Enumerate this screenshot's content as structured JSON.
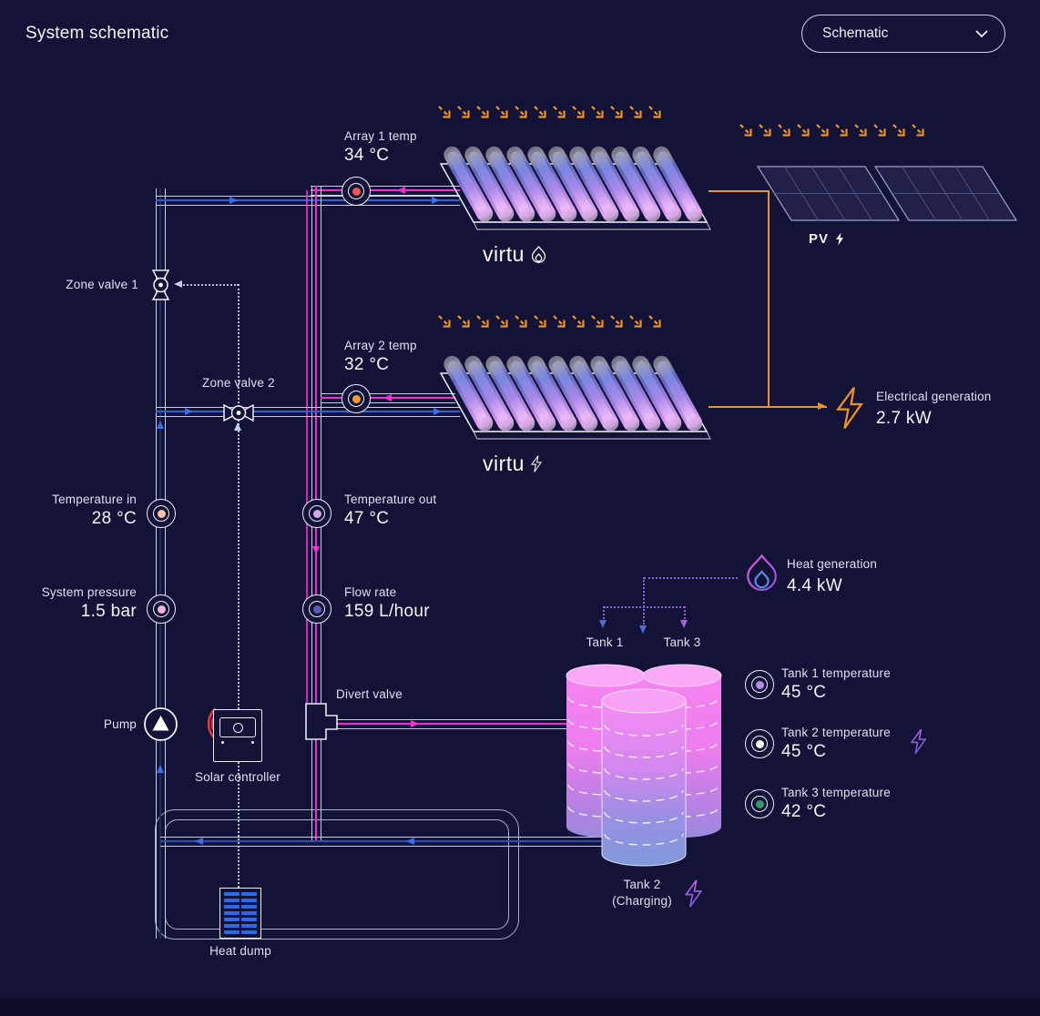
{
  "header": {
    "title": "System schematic",
    "view_dropdown": {
      "value": "Schematic"
    }
  },
  "collectors": {
    "array1": {
      "temp_label": "Array 1 temp",
      "temp_value": "34 °C",
      "brand": "virtu"
    },
    "array2": {
      "temp_label": "Array 2 temp",
      "temp_value": "32 °C",
      "brand": "virtu"
    },
    "pv_label": "PV"
  },
  "sensors": {
    "temperature_in": {
      "label": "Temperature in",
      "value": "28 °C"
    },
    "temperature_out": {
      "label": "Temperature out",
      "value": "47 °C"
    },
    "system_pressure": {
      "label": "System pressure",
      "value": "1.5 bar"
    },
    "flow_rate": {
      "label": "Flow rate",
      "value": "159 L/hour"
    }
  },
  "equipment": {
    "zone_valve_1": "Zone valve 1",
    "zone_valve_2": "Zone valve 2",
    "pump": "Pump",
    "solar_controller": "Solar controller",
    "divert_valve": "Divert valve",
    "heat_dump": "Heat dump"
  },
  "generation": {
    "electrical": {
      "label": "Electrical generation",
      "value": "2.7 kW"
    },
    "heat": {
      "label": "Heat generation",
      "value": "4.4 kW"
    }
  },
  "tanks": {
    "tank1_label": "Tank 1",
    "tank3_label": "Tank 3",
    "tank2_label": "Tank 2",
    "tank2_sublabel": "(Charging)",
    "temperatures": [
      {
        "label": "Tank 1 temperature",
        "value": "45 °C",
        "dot_color": "#b58be6"
      },
      {
        "label": "Tank 2 temperature",
        "value": "45 °C",
        "dot_color": "#ffffff"
      },
      {
        "label": "Tank 3 temperature",
        "value": "42 °C",
        "dot_color": "#2f9e68"
      }
    ]
  },
  "colors": {
    "background": "#131338",
    "hot_flow": "#f22fd2",
    "cold_flow": "#2e5fd6",
    "solar_orange": "#f0941f",
    "alert_red": "#e63939"
  }
}
